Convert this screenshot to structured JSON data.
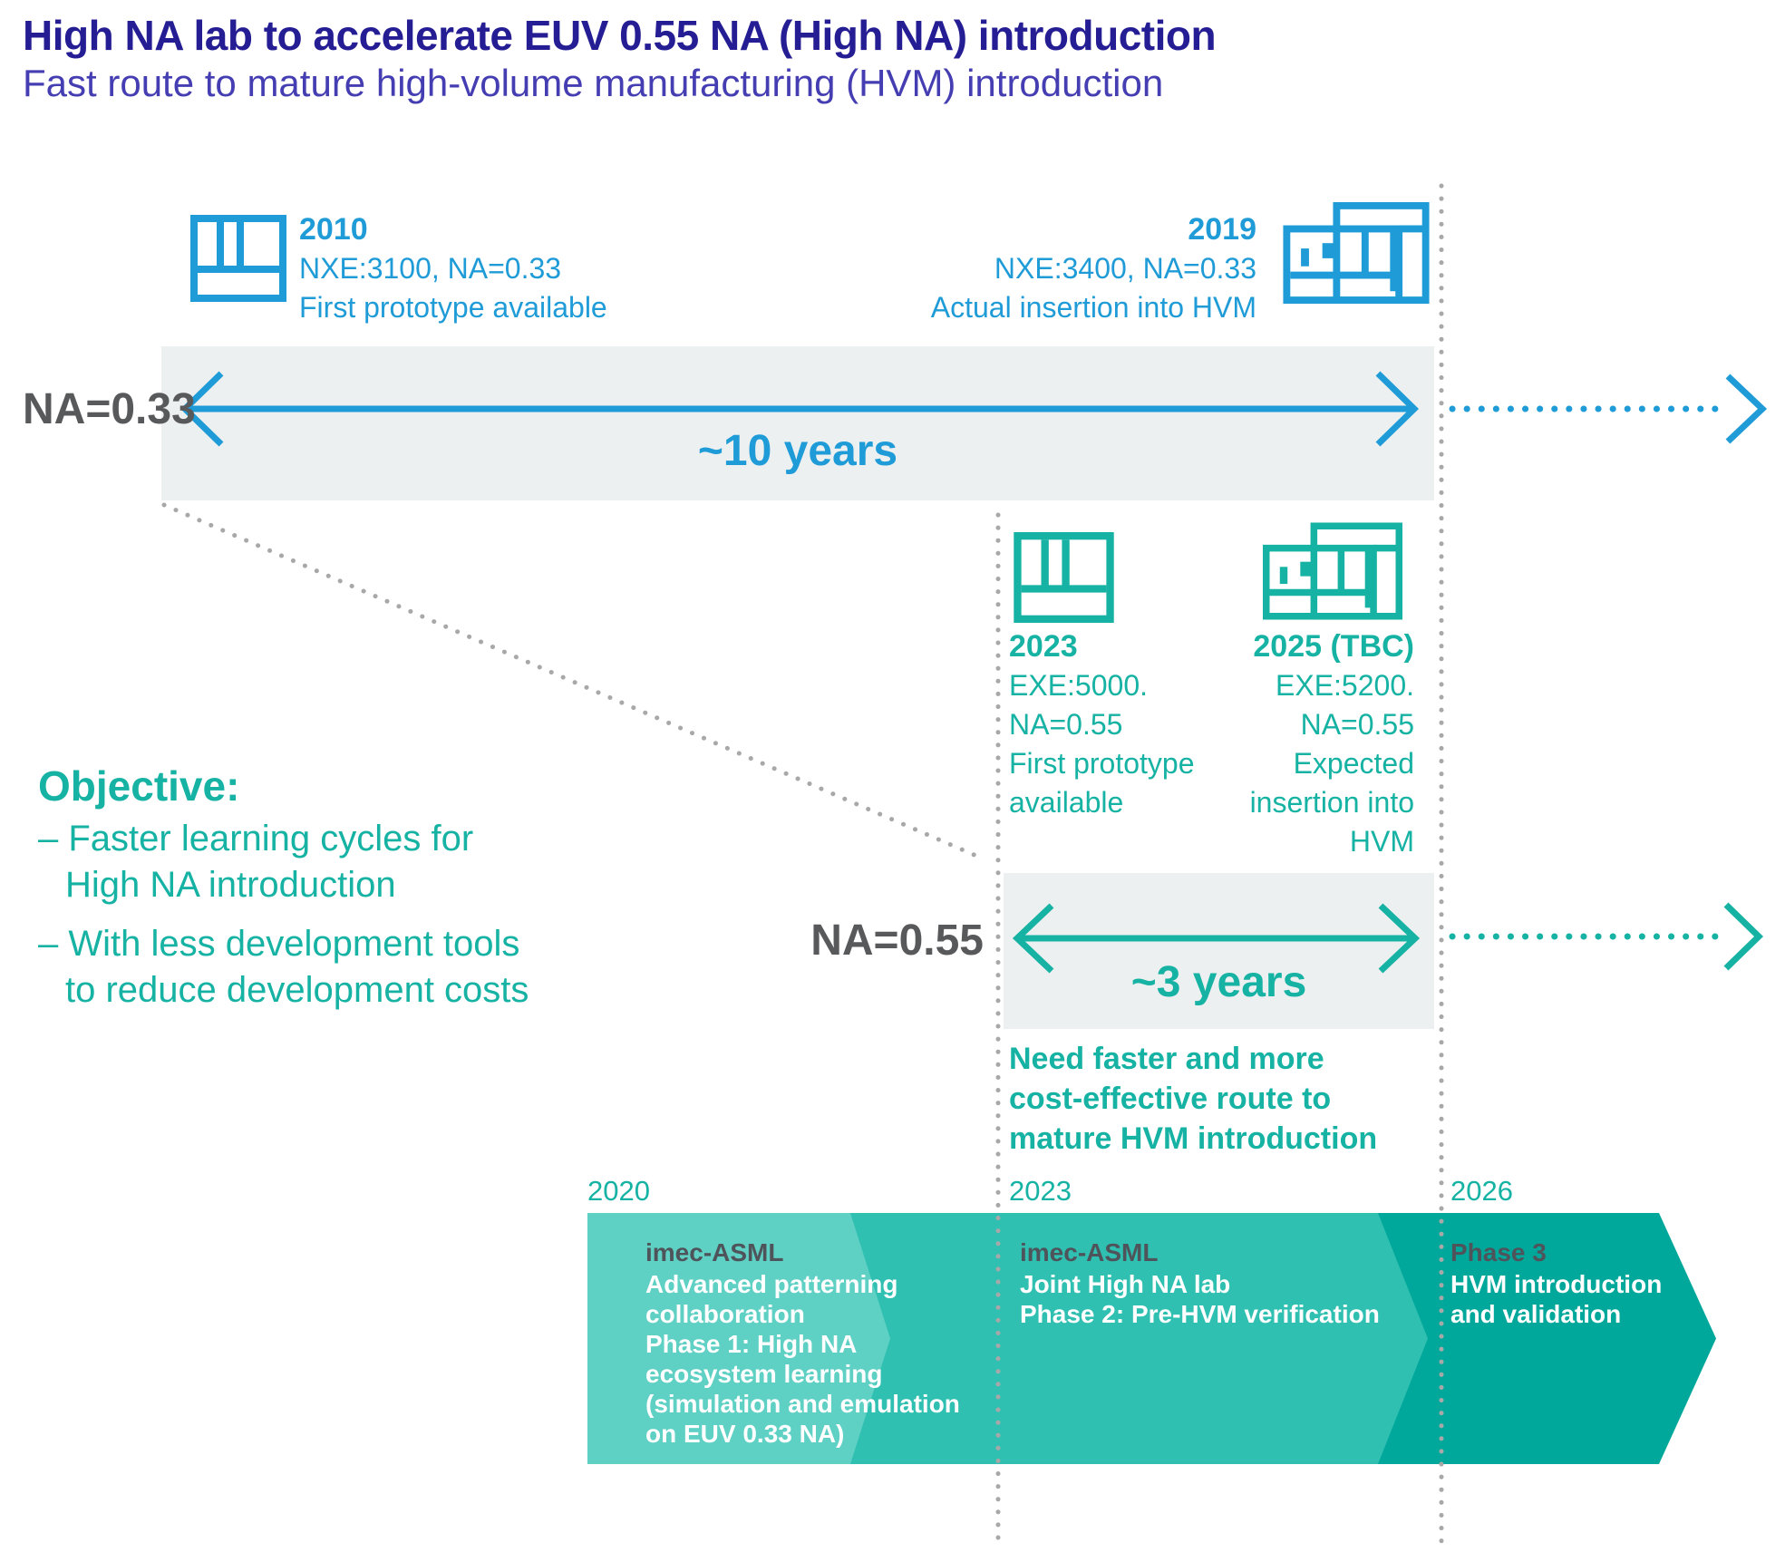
{
  "header": {
    "title": "High NA lab to accelerate EUV 0.55 NA (High NA) introduction",
    "subtitle": "Fast route to mature high-volume manufacturing (HVM) introduction"
  },
  "colors": {
    "blue": "#1f9cd7",
    "teal": "#16b2a3",
    "title_navy": "#251d93",
    "subtitle_violet": "#453db2",
    "label_gray": "#58595b",
    "band_gray": "#edf0f0",
    "chevron_phase1": "#5fd0c4",
    "chevron_phase2": "#2fc0b2",
    "chevron_phase3": "#00a89b",
    "guide_dot_gray": "#a8a8a8"
  },
  "na033": {
    "label": "NA=0.33",
    "duration": "~10 years",
    "start_event": {
      "year": "2010",
      "line1": "NXE:3100, NA=0.33",
      "line2": "First prototype available"
    },
    "end_event": {
      "year": "2019",
      "line1": "NXE:3400, NA=0.33",
      "line2": "Actual insertion into HVM"
    }
  },
  "na055": {
    "label": "NA=0.55",
    "duration": "~3 years",
    "start_event": {
      "year": "2023",
      "lines": [
        "EXE:5000.",
        "NA=0.55",
        "First prototype",
        "available"
      ]
    },
    "end_event": {
      "year": "2025 (TBC)",
      "lines": [
        "EXE:5200.",
        "NA=0.55",
        "Expected",
        "insertion into",
        "HVM"
      ]
    },
    "note_lines": [
      "Need faster and more",
      "cost-effective route to",
      "mature HVM introduction"
    ]
  },
  "objective": {
    "heading": "Objective:",
    "bullet1_line1": "– Faster learning cycles for",
    "bullet1_line2": "High NA introduction",
    "bullet2_line1": "– With less development tools",
    "bullet2_line2": "to reduce development costs"
  },
  "roadmap": {
    "phases": [
      {
        "year": "2020",
        "heading": "imec-ASML",
        "lines": [
          "Advanced patterning",
          "collaboration",
          "Phase 1: High NA",
          "ecosystem learning",
          "(simulation and emulation",
          "on EUV 0.33 NA)"
        ]
      },
      {
        "year": "2023",
        "heading": "imec-ASML",
        "lines": [
          "Joint High NA lab",
          "Phase 2: Pre-HVM verification"
        ]
      },
      {
        "year": "2026",
        "heading": "Phase 3",
        "lines": [
          "HVM introduction",
          "and validation"
        ]
      }
    ]
  }
}
